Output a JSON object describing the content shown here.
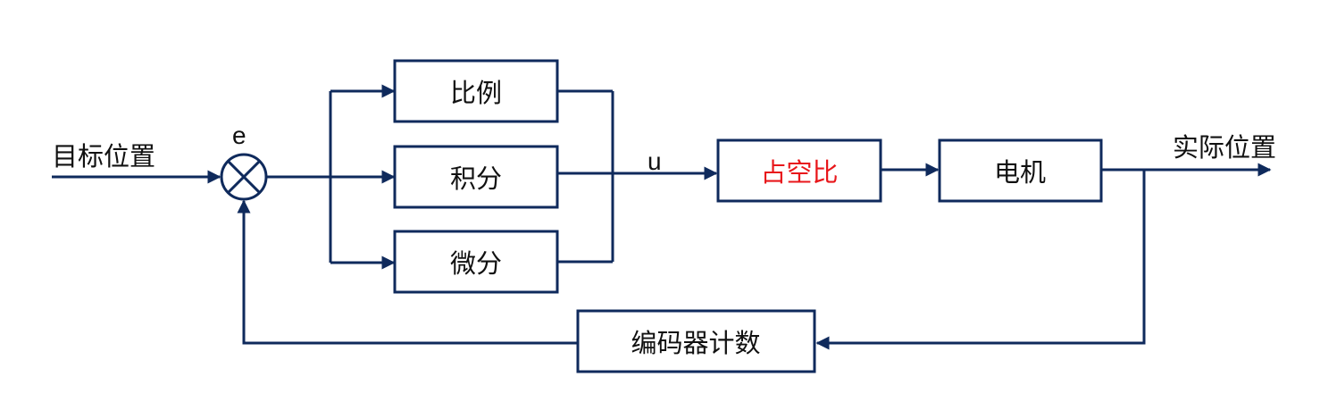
{
  "labels": {
    "target_position": "目标位置",
    "actual_position": "实际位置",
    "error": "e",
    "control": "u"
  },
  "blocks": {
    "proportional": "比例",
    "integral": "积分",
    "derivative": "微分",
    "duty_cycle": "占空比",
    "motor": "电机",
    "encoder_count": "编码器计数"
  },
  "colors": {
    "line": "#0f2a5c",
    "text": "#111111",
    "highlight": "#e8171b"
  }
}
